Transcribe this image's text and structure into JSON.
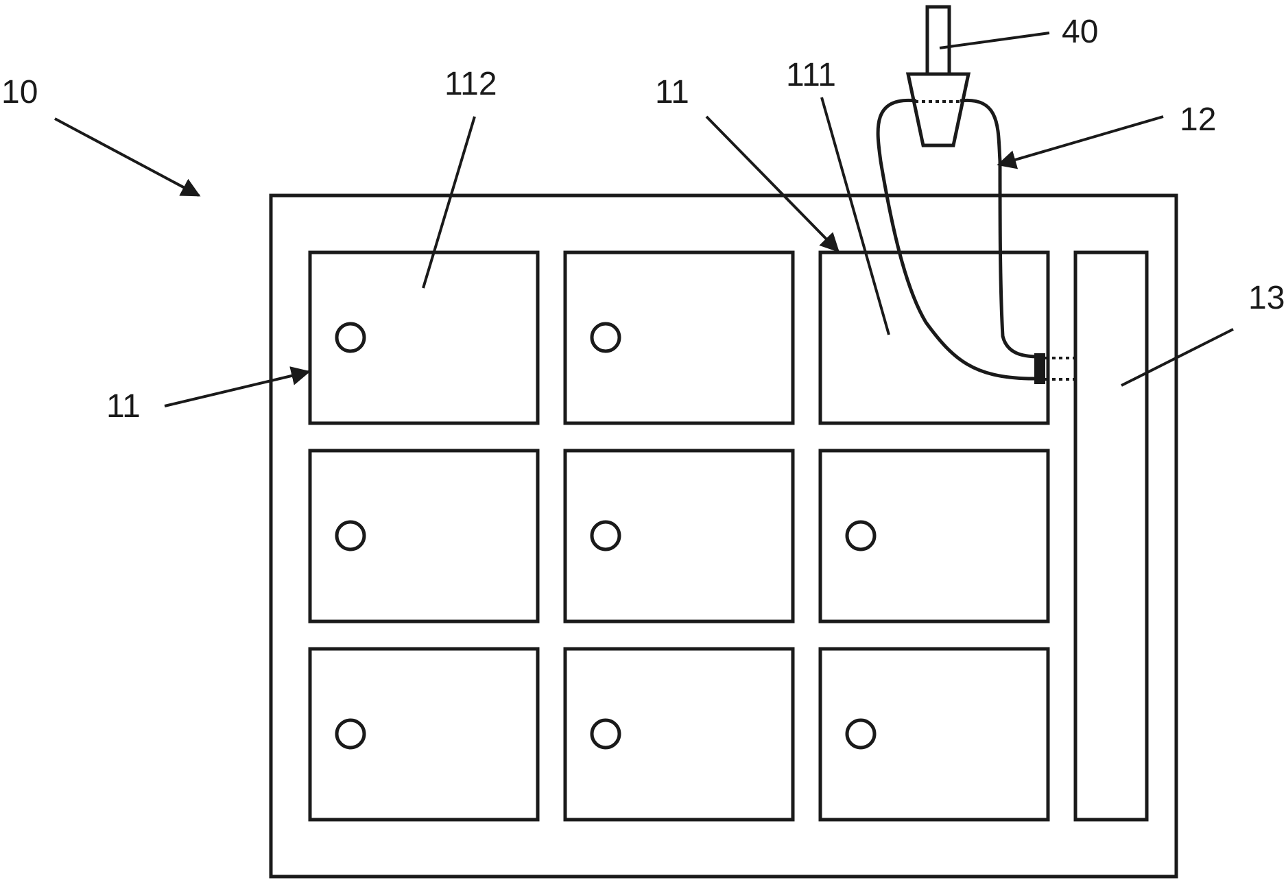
{
  "labels": {
    "device": "10",
    "compartment_left": "11",
    "compartment_top": "11",
    "lid_region": "111",
    "body_region": "112",
    "connector": "12",
    "side_slot": "13",
    "plug": "40"
  },
  "grid": {
    "rows": 3,
    "columns": 3,
    "compartment_without_hole": [
      0,
      2
    ]
  },
  "colors": {
    "ink": "#1a1a1a",
    "background": "#ffffff"
  }
}
